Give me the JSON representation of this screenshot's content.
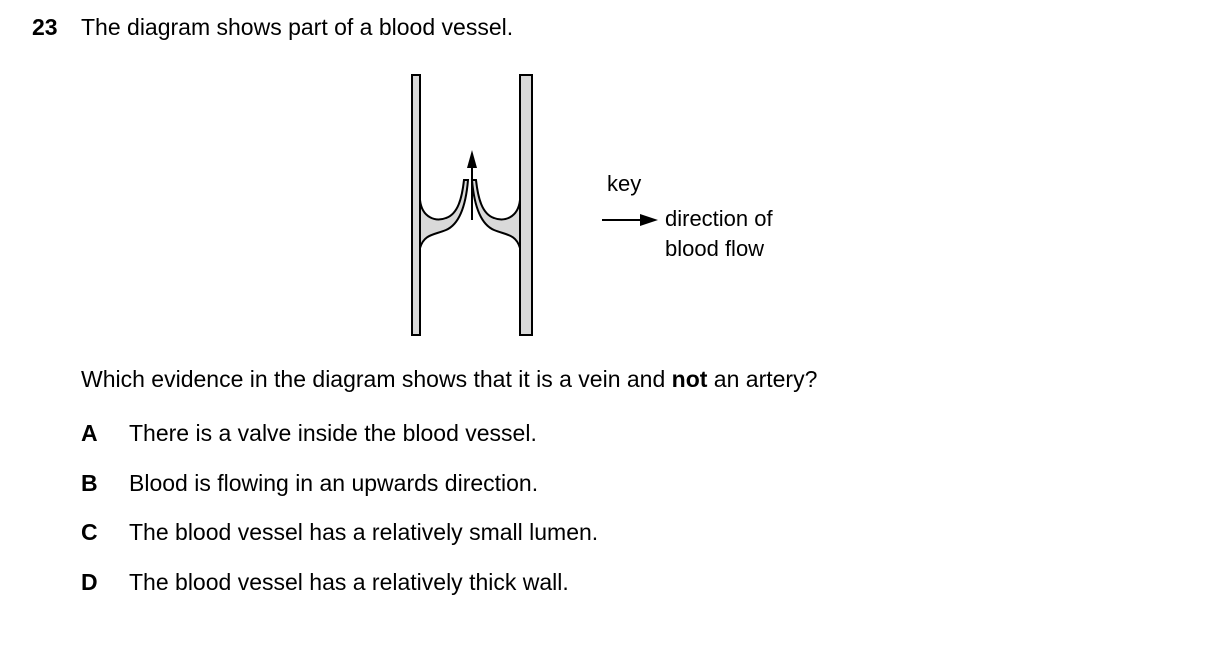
{
  "question": {
    "number": "23",
    "stem": "The diagram shows part of a blood vessel.",
    "prompt_before_bold": "Which evidence in the diagram shows that it is a vein and ",
    "prompt_bold": "not",
    "prompt_after_bold": " an artery?"
  },
  "key": {
    "title": "key",
    "line1": "direction of",
    "line2": "blood flow"
  },
  "options": [
    {
      "letter": "A",
      "text": "There is a valve inside the blood vessel."
    },
    {
      "letter": "B",
      "text": "Blood is flowing in an upwards direction."
    },
    {
      "letter": "C",
      "text": "The blood vessel has a relatively small lumen."
    },
    {
      "letter": "D",
      "text": "The blood vessel has a relatively thick wall."
    }
  ],
  "colors": {
    "wall_fill": "#d9d9d9",
    "stroke": "#000000"
  }
}
